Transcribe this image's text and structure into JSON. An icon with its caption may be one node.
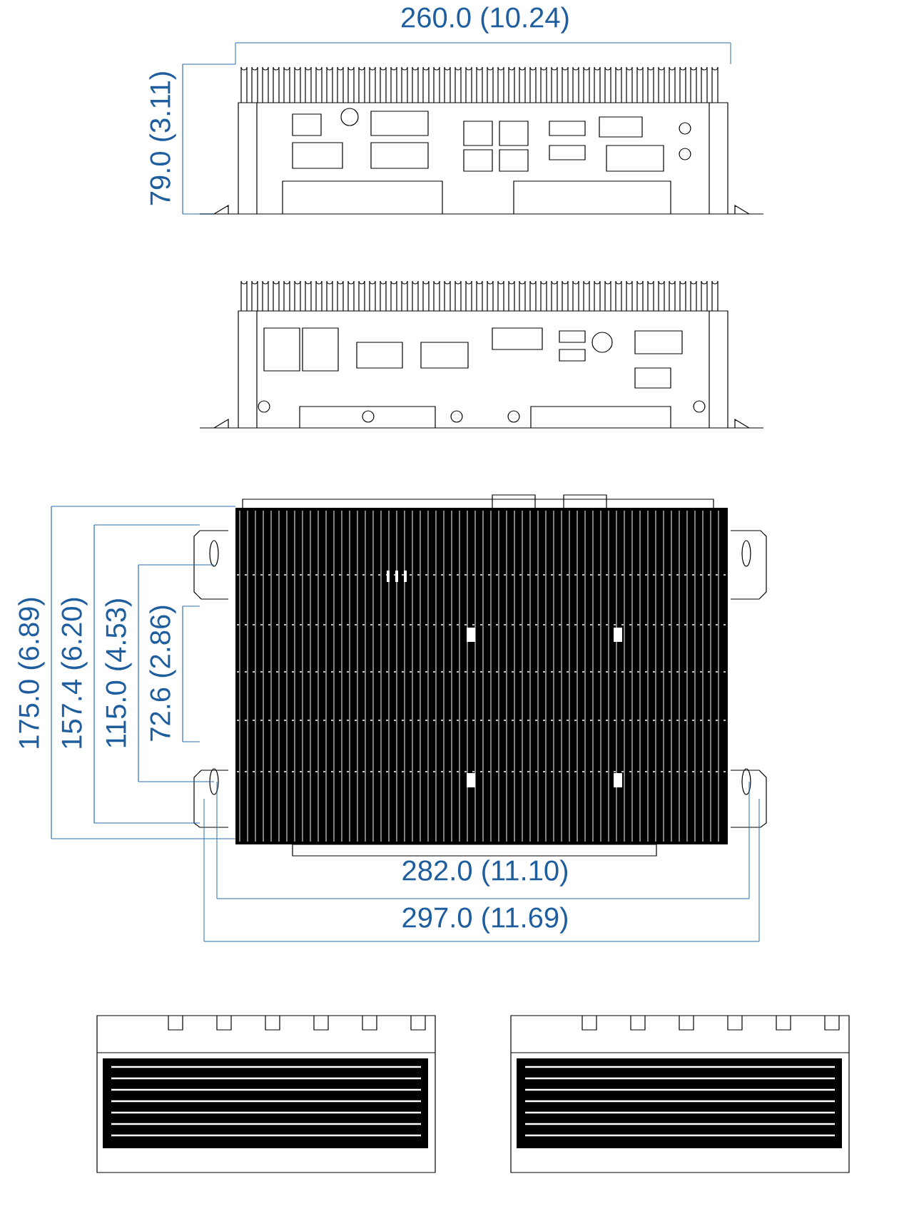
{
  "diagram": {
    "labels": [
      "260.0 (10.24)",
      "79.0 (3.11)",
      "175.0 (6.89)",
      "157.4 (6.20)",
      "115.0 (4.53)",
      "72.6 (2.86)",
      "282.0 (11.10)",
      "297.0 (11.69)"
    ]
  }
}
